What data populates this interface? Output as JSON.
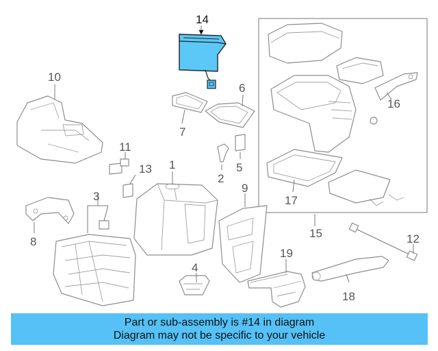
{
  "highlight_color": "#5cc8f8",
  "banner": {
    "line1": "Part or sub-assembly is #14 in diagram",
    "line2": "Diagram may not be specific to your vehicle",
    "background": "#55c1f6"
  },
  "callouts": {
    "c1": "1",
    "c2": "2",
    "c3": "3",
    "c4": "4",
    "c5": "5",
    "c6": "6",
    "c7": "7",
    "c8": "8",
    "c9": "9",
    "c10": "10",
    "c11": "11",
    "c12": "12",
    "c13": "13",
    "c14": "14",
    "c15": "15",
    "c16": "16",
    "c17": "17",
    "c18": "18",
    "c19": "19"
  }
}
